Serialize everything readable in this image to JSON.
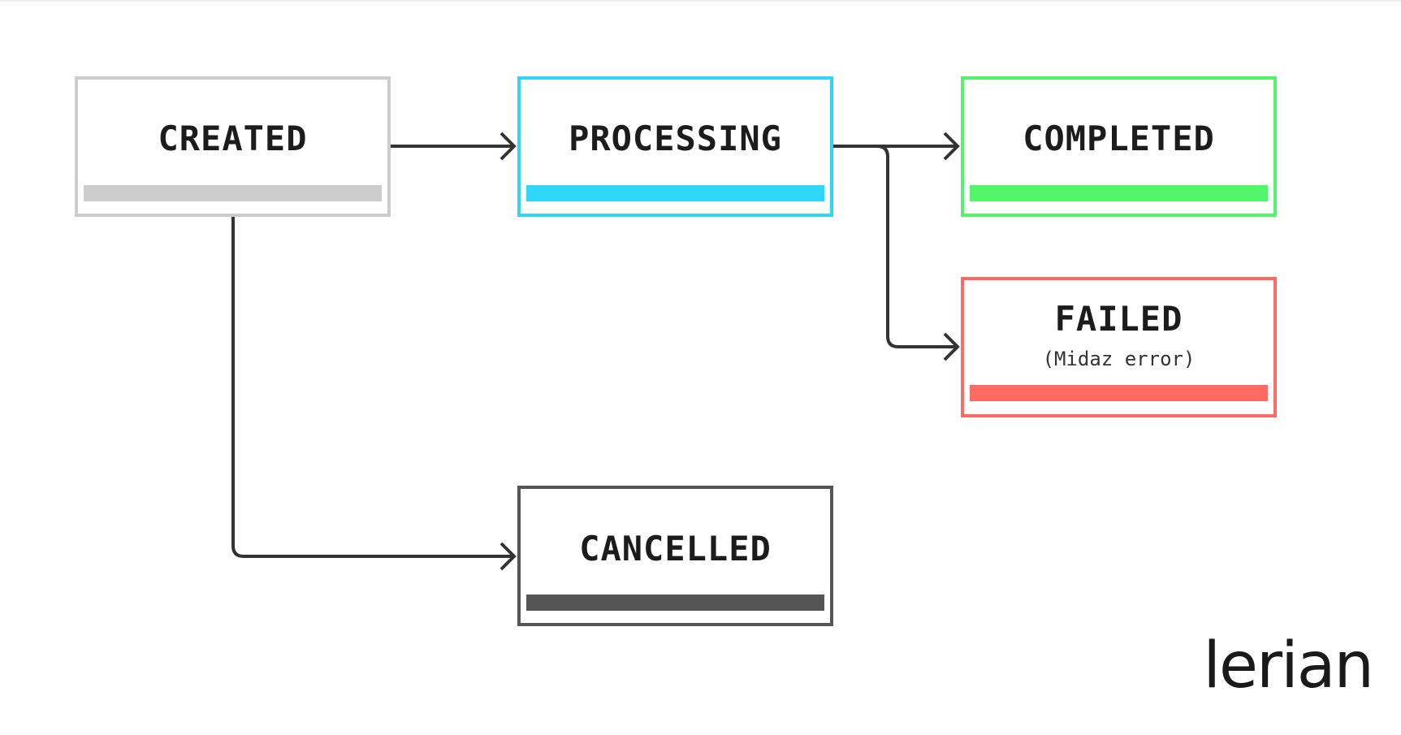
{
  "diagram": {
    "states": [
      {
        "id": "created",
        "label": "CREATED",
        "sublabel": "",
        "color": "#cccccc"
      },
      {
        "id": "processing",
        "label": "PROCESSING",
        "sublabel": "",
        "color": "#2ed6fa"
      },
      {
        "id": "completed",
        "label": "COMPLETED",
        "sublabel": "",
        "color": "#52f56a"
      },
      {
        "id": "failed",
        "label": "FAILED",
        "sublabel": "(Midaz error)",
        "color": "#fd6b63"
      },
      {
        "id": "cancelled",
        "label": "CANCELLED",
        "sublabel": "",
        "color": "#555555"
      }
    ],
    "transitions": [
      {
        "from": "created",
        "to": "processing"
      },
      {
        "from": "processing",
        "to": "completed"
      },
      {
        "from": "processing",
        "to": "failed"
      },
      {
        "from": "created",
        "to": "cancelled"
      }
    ],
    "connector_color": "#333333"
  },
  "brand": {
    "logo_text": "lerian"
  }
}
